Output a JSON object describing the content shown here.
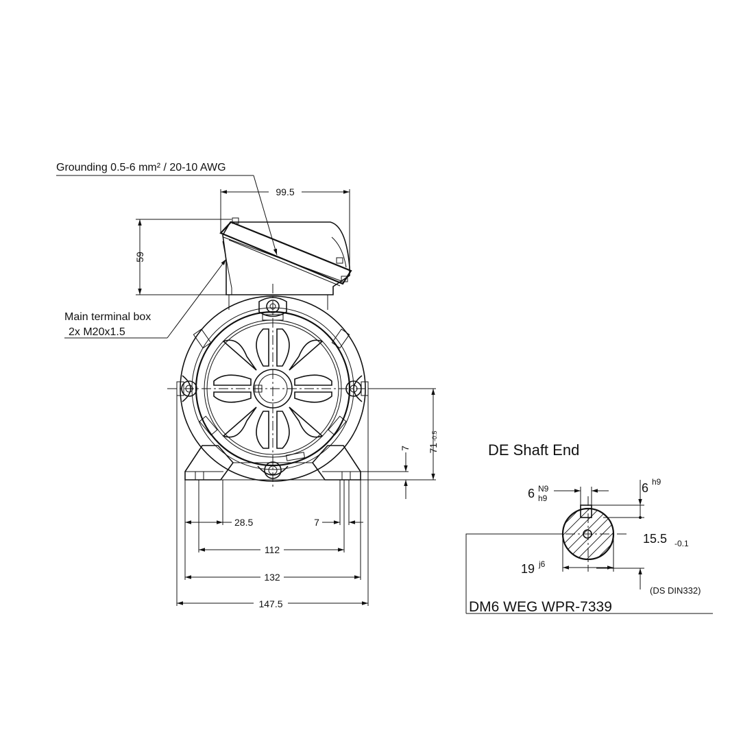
{
  "annotations": {
    "grounding": "Grounding 0.5-6 mm² / 20-10 AWG",
    "terminal_box_line1": "Main terminal box",
    "terminal_box_line2": "2x M20x1.5"
  },
  "dimensions": {
    "box_width": "99.5",
    "box_height": "59",
    "shaft_height": "71",
    "shaft_height_tol": "-0.5",
    "foot_height": "7",
    "foot_inset": "28.5",
    "slot_width": "7",
    "hole_spacing": "112",
    "foot_width": "132",
    "overall_width": "147.5"
  },
  "shaft_end": {
    "title": "DE Shaft End",
    "key_width": "6",
    "key_width_tol_upper": "N9",
    "key_width_tol_lower": "h9",
    "key_height": "6",
    "key_height_tol": "h9",
    "key_depth": "15.5",
    "key_depth_tol": "-0.1",
    "diameter": "19",
    "diameter_tol": "j6",
    "standard": "(DS DIN332)"
  },
  "title_block": {
    "drawing_title": "DM6 WEG WPR-7339"
  }
}
